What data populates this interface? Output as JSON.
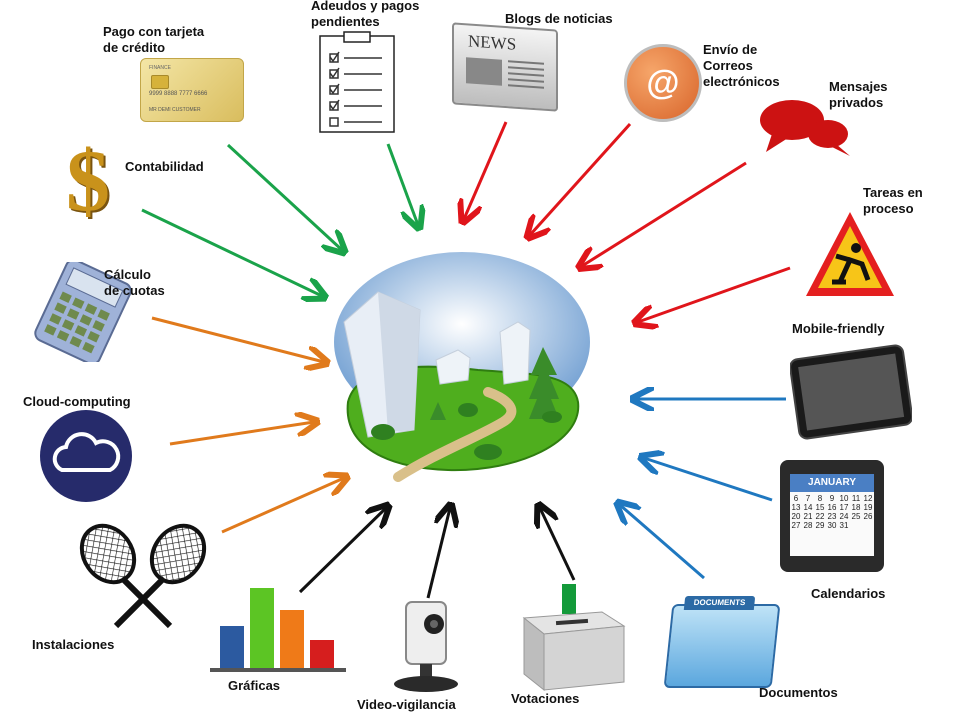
{
  "labels": {
    "pago": "Pago con tarjeta\nde crédito",
    "adeudos": "Adeudos y pagos\npendientes",
    "blogs": "Blogs de noticias",
    "envio": "Envío de\nCorreos\nelectrónicos",
    "mensajes": "Mensajes\nprivados",
    "contabilidad": "Contabilidad",
    "tareas": "Tareas en\nproceso",
    "calculo": "Cálculo\nde cuotas",
    "mobile": "Mobile-friendly",
    "cloud": "Cloud-computing",
    "calendarios": "Calendarios",
    "instalaciones": "Instalaciones",
    "graficas": "Gráficas",
    "video": "Video-vigilancia",
    "votaciones": "Votaciones",
    "documentos": "Documentos"
  },
  "icon_text": {
    "news": "NEWS",
    "january": "JANUARY",
    "documents": "DOCUMENTS",
    "card_brand": "FINANCE",
    "card_number": "9999 8888 7777 6666",
    "card_holder": "MR DEMI CUSTOMER",
    "at_sign": "@",
    "dollar": "$",
    "calendar_days": [
      "6",
      "7",
      "8",
      "9",
      "10",
      "11",
      "12",
      "13",
      "14",
      "15",
      "16",
      "17",
      "18",
      "19",
      "20",
      "21",
      "22",
      "23",
      "24",
      "25",
      "26",
      "27",
      "28",
      "29",
      "30",
      "31"
    ]
  },
  "colors": {
    "green_arrows": "#1aa34a",
    "red_arrows": "#e0151b",
    "orange_arrows": "#e07a1c",
    "blue_arrows": "#1f78c0",
    "black_arrows": "#111111"
  }
}
